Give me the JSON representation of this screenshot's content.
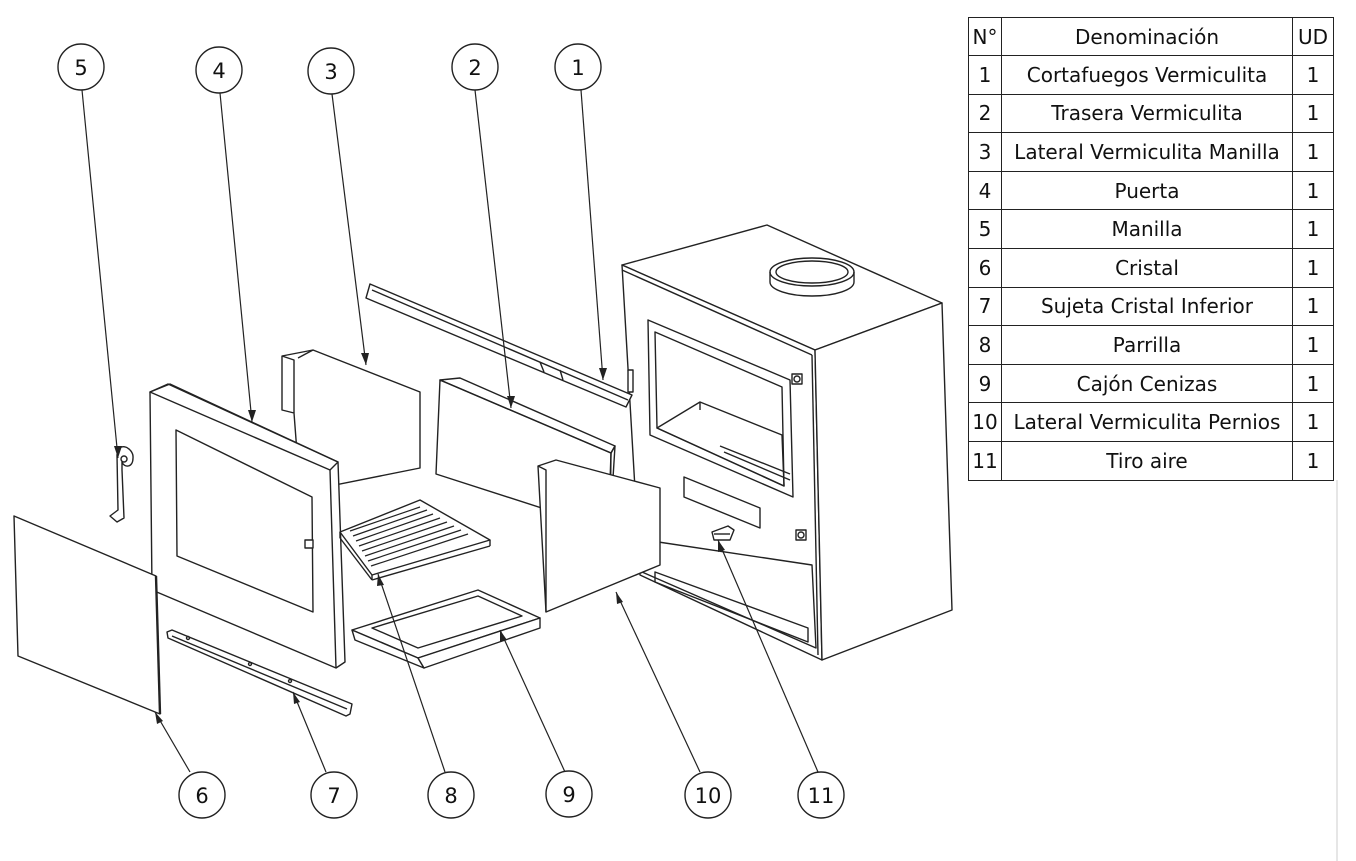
{
  "balloons": [
    "1",
    "2",
    "3",
    "4",
    "5",
    "6",
    "7",
    "8",
    "9",
    "10",
    "11"
  ],
  "table": {
    "headers": {
      "no": "N°",
      "name": "Denominación",
      "ud": "UD"
    },
    "rows": [
      {
        "no": "1",
        "name": "Cortafuegos Vermiculita",
        "ud": "1"
      },
      {
        "no": "2",
        "name": "Trasera Vermiculita",
        "ud": "1"
      },
      {
        "no": "3",
        "name": "Lateral Vermiculita Manilla",
        "ud": "1"
      },
      {
        "no": "4",
        "name": "Puerta",
        "ud": "1"
      },
      {
        "no": "5",
        "name": "Manilla",
        "ud": "1"
      },
      {
        "no": "6",
        "name": "Cristal",
        "ud": "1"
      },
      {
        "no": "7",
        "name": "Sujeta Cristal Inferior",
        "ud": "1"
      },
      {
        "no": "8",
        "name": "Parrilla",
        "ud": "1"
      },
      {
        "no": "9",
        "name": "Cajón Cenizas",
        "ud": "1"
      },
      {
        "no": "10",
        "name": "Lateral Vermiculita Pernios",
        "ud": "1"
      },
      {
        "no": "11",
        "name": "Tiro aire",
        "ud": "1"
      }
    ]
  }
}
